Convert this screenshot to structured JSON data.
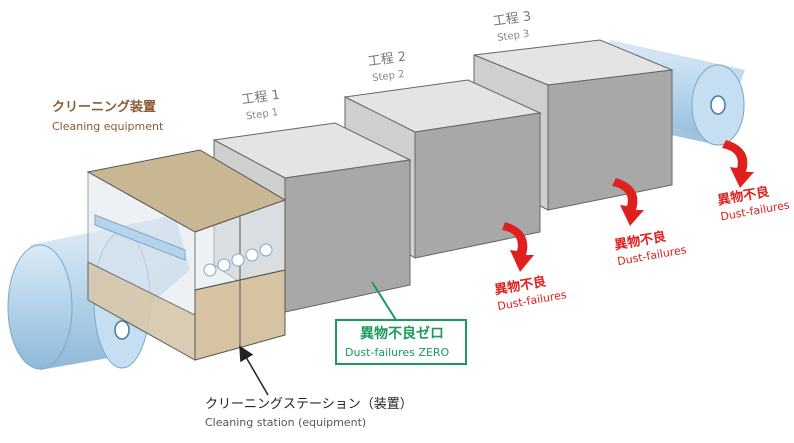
{
  "cleaning_equipment": {
    "jp": "クリーニング装置",
    "en": "Cleaning equipment"
  },
  "steps": [
    {
      "jp": "工程 1",
      "en": "Step 1"
    },
    {
      "jp": "工程 2",
      "en": "Step 2"
    },
    {
      "jp": "工程 3",
      "en": "Step 3"
    }
  ],
  "zero_callout": {
    "jp": "異物不良ゼロ",
    "en": "Dust-failures ZERO"
  },
  "failures": [
    {
      "jp": "異物不良",
      "en": "Dust-failures"
    },
    {
      "jp": "異物不良",
      "en": "Dust-failures"
    },
    {
      "jp": "異物不良",
      "en": "Dust-failures"
    }
  ],
  "station": {
    "jp": "クリーニングステーション（装置）",
    "en": "Cleaning station (equipment)"
  },
  "colors": {
    "brown_label": "#8a5a32",
    "green_callout": "#1a9a5c",
    "red_failure": "#e0201e",
    "box_front": "#c9c9c9",
    "box_top": "#e4e4e4",
    "box_side": "#a8a8a8",
    "film": "#bcd9ef"
  }
}
